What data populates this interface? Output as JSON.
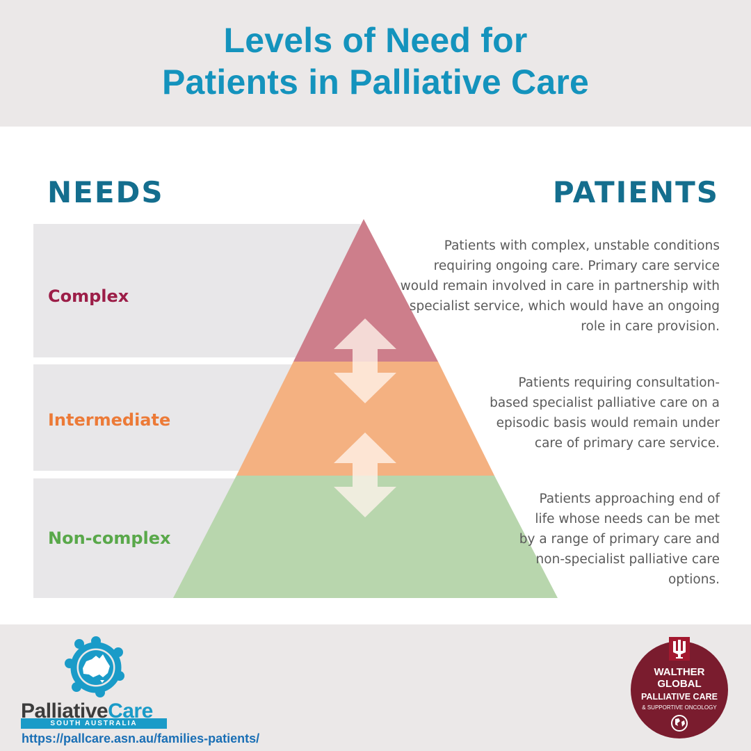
{
  "header": {
    "title_line1": "Levels of Need for",
    "title_line2": "Patients in Palliative Care"
  },
  "columns": {
    "left": "NEEDS",
    "right": "PATIENTS"
  },
  "levels": [
    {
      "label": "Complex",
      "description": "Patients with complex, unstable conditions requiring ongoing care. Primary care service would remain involved in care in partnership with specialist service, which would have an ongoing role in care provision.",
      "label_color": "#9c1e48",
      "fill_color": "#cd7e8b"
    },
    {
      "label": "Intermediate",
      "description": "Patients requiring consultation-based specialist palliative care on a episodic basis would remain under care of primary care service.",
      "label_color": "#ec7a37",
      "fill_color": "#f4b181"
    },
    {
      "label": "Non-complex",
      "description": "Patients approaching end of life whose needs can be met by a range of primary care and non-specialist palliative care options.",
      "label_color": "#59a84a",
      "fill_color": "#b8d6ad"
    }
  ],
  "icons": {
    "level_arrows": "double-headed-vertical-arrow",
    "pc_logo": "people-circle-australia-icon",
    "walther_emblem": "iu-trident-icon",
    "walther_globe": "globe-icon"
  },
  "footer": {
    "org_name_part1": "Palliative",
    "org_name_part2": "Care",
    "org_subtitle": "SOUTH AUSTRALIA",
    "url": "https://pallcare.asn.au/families-patients/",
    "walther_line1": "WALTHER",
    "walther_line2": "GLOBAL",
    "walther_line3": "PALLIATIVE CARE",
    "walther_line4": "& SUPPORTIVE ONCOLOGY"
  },
  "colors": {
    "title": "#1493bd",
    "column_heads": "#146e8e",
    "brand_blue": "#1a9bc8",
    "walther_maroon": "#7a1c2e"
  }
}
